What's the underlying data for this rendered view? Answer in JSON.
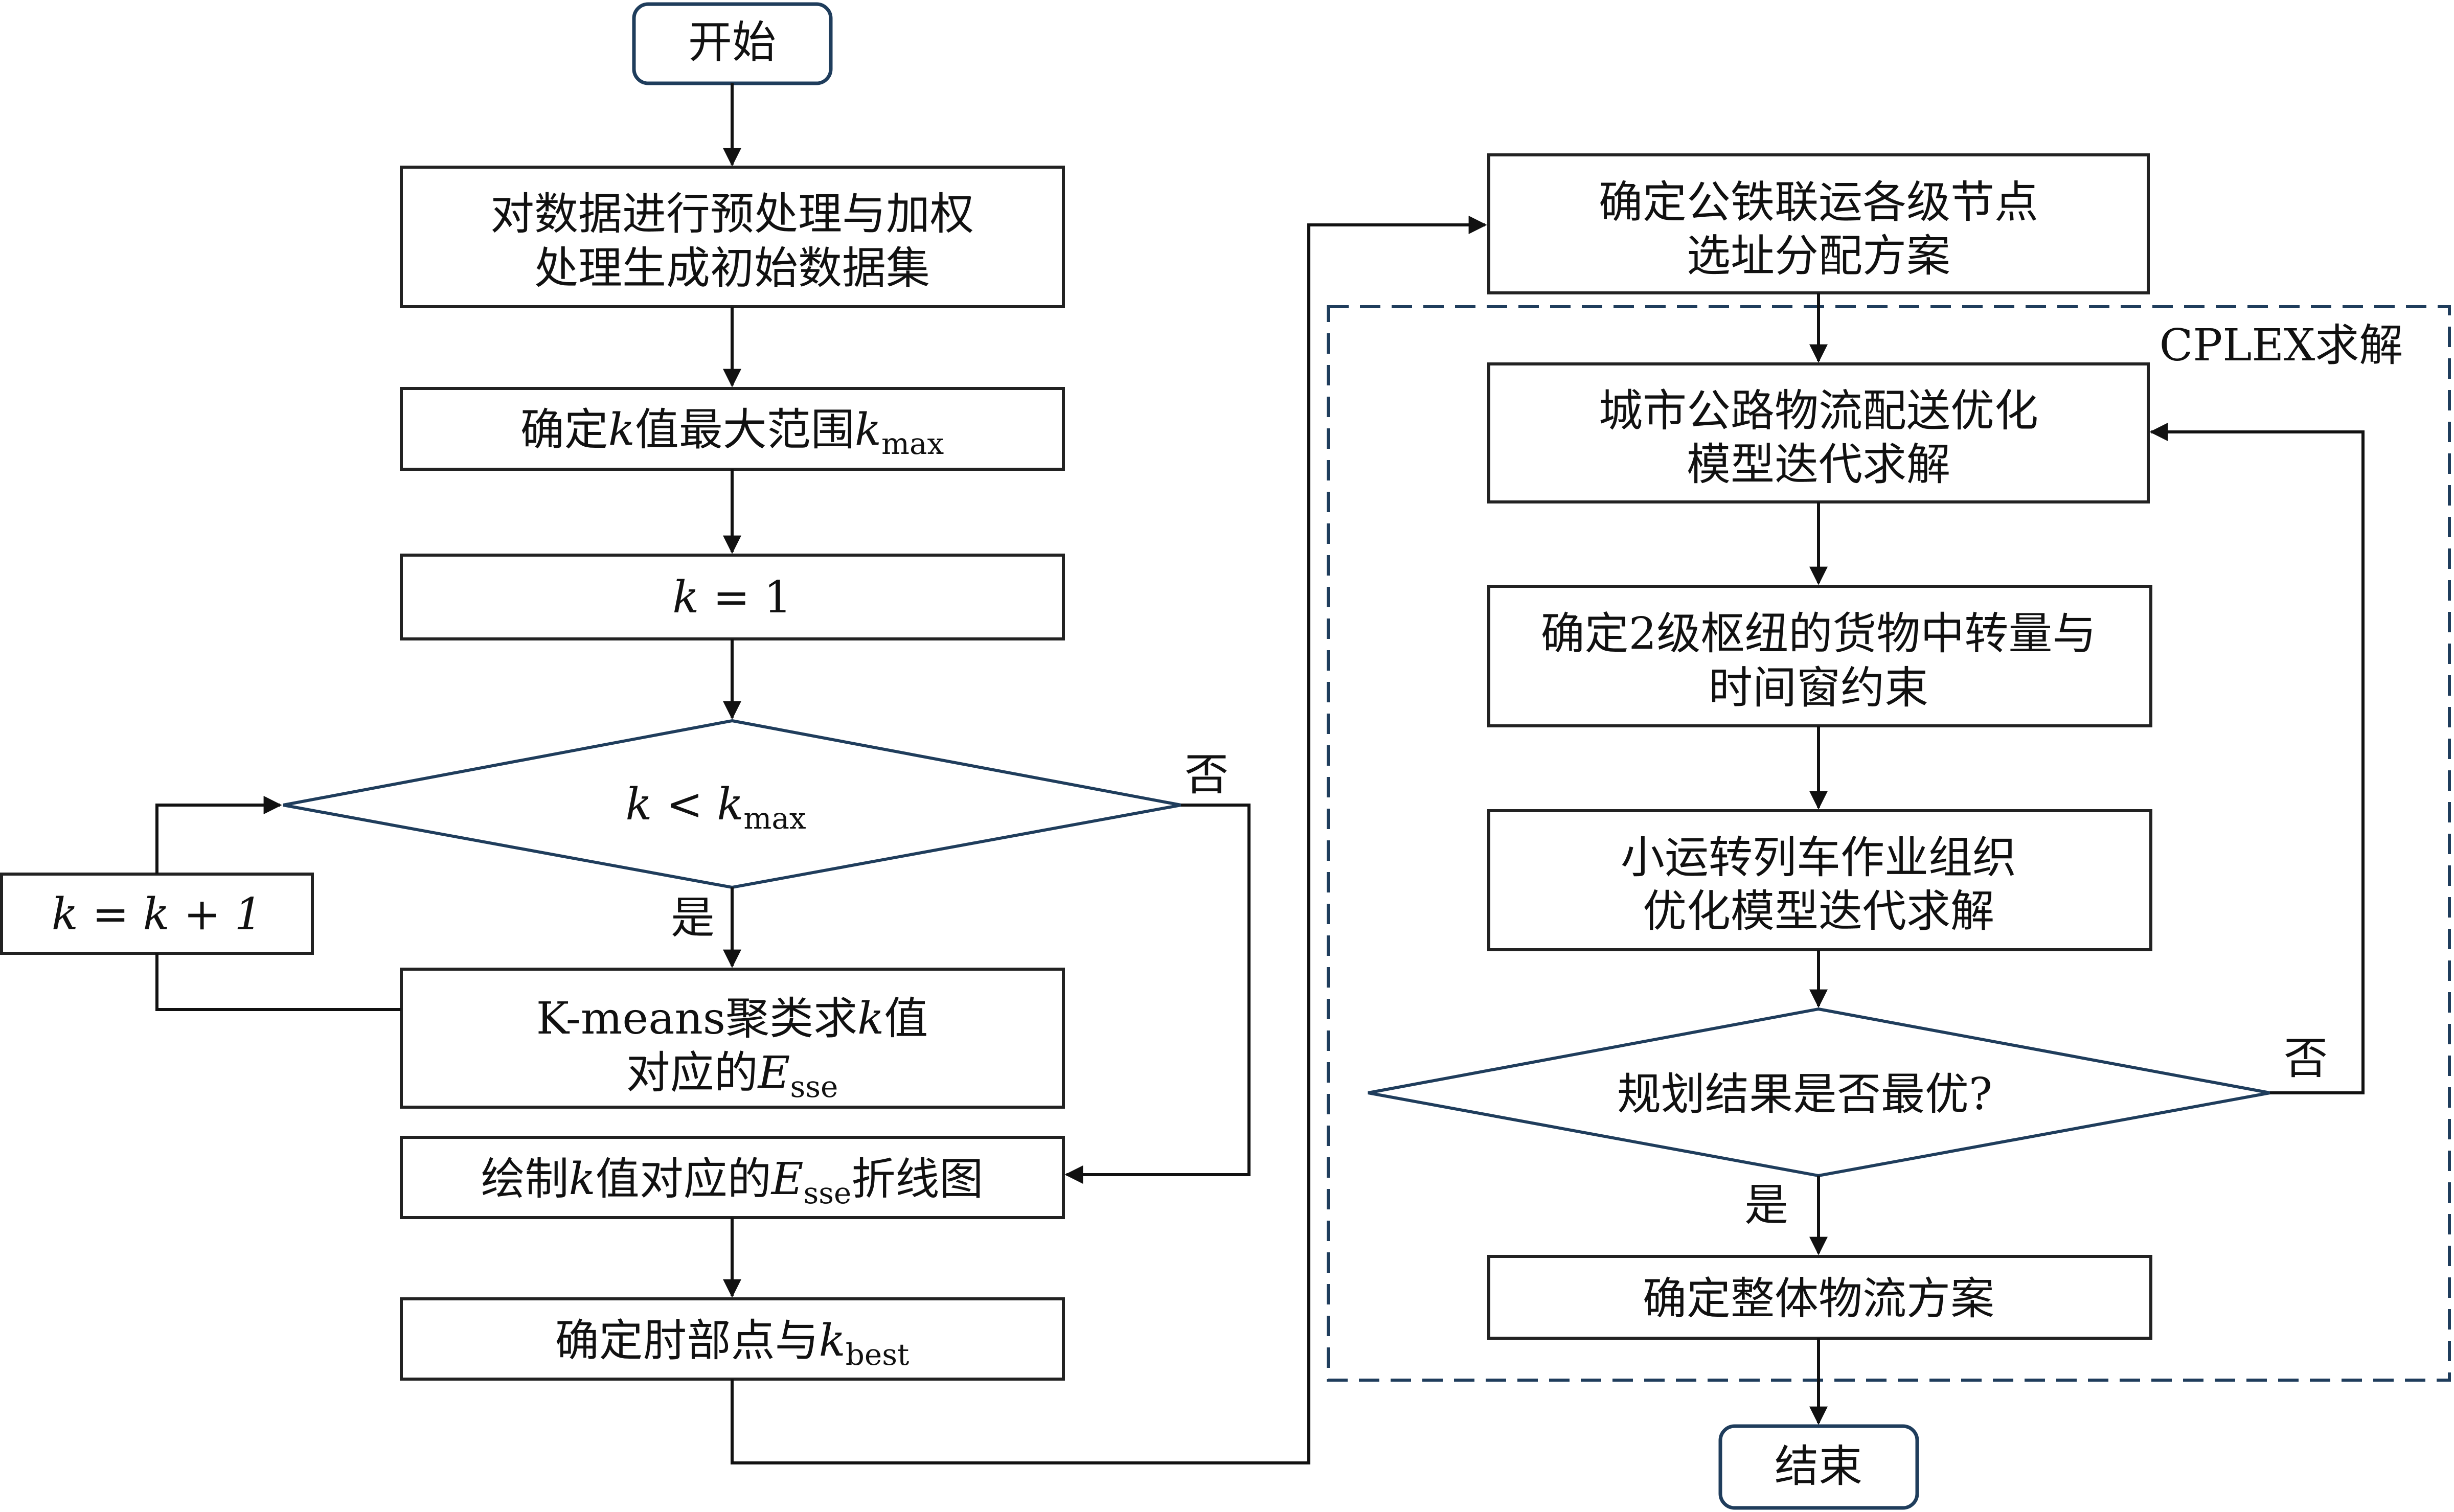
{
  "diagram": {
    "left": {
      "start": "开始",
      "preprocess": [
        "对数据进行预处理与加权",
        "处理生成初始数据集"
      ],
      "kmax": {
        "pre": "确定",
        "k": "k",
        "mid": "值最大范围",
        "k2": "k",
        "sub": "max"
      },
      "init": {
        "k": "k",
        "op": " = 1"
      },
      "decision": {
        "k": "k",
        "op": " < ",
        "k2": "k",
        "sub": "max"
      },
      "yes": "是",
      "no": "否",
      "increment": "k = k + 1",
      "kmeans": {
        "line1_pre": "K-means聚类求",
        "line1_k": "k",
        "line1_post": "值",
        "line2_pre": "对应的",
        "line2_E": "E",
        "line2_sub": "sse"
      },
      "plot": {
        "pre": "绘制",
        "k": "k",
        "mid": "值对应的",
        "E": "E",
        "sub": "sse",
        "post": "折线图"
      },
      "elbow": {
        "pre": "确定肘部点与",
        "k": "k",
        "sub": "best"
      }
    },
    "right": {
      "assign": [
        "确定公铁联运各级节点",
        "选址分配方案"
      ],
      "cplex_label": "CPLEX求解",
      "road": [
        "城市公路物流配送优化",
        "模型迭代求解"
      ],
      "hub": [
        "确定2级枢纽的货物中转量与",
        "时间窗约束"
      ],
      "train": [
        "小运转列车作业组织",
        "优化模型迭代求解"
      ],
      "decision": "规划结果是否最优?",
      "yes": "是",
      "no": "否",
      "final": "确定整体物流方案",
      "end": "结束"
    }
  },
  "colors": {
    "node_border": "#222222",
    "terminal_border": "#1f3d5c",
    "dashed_frame": "#1f3d5c"
  }
}
